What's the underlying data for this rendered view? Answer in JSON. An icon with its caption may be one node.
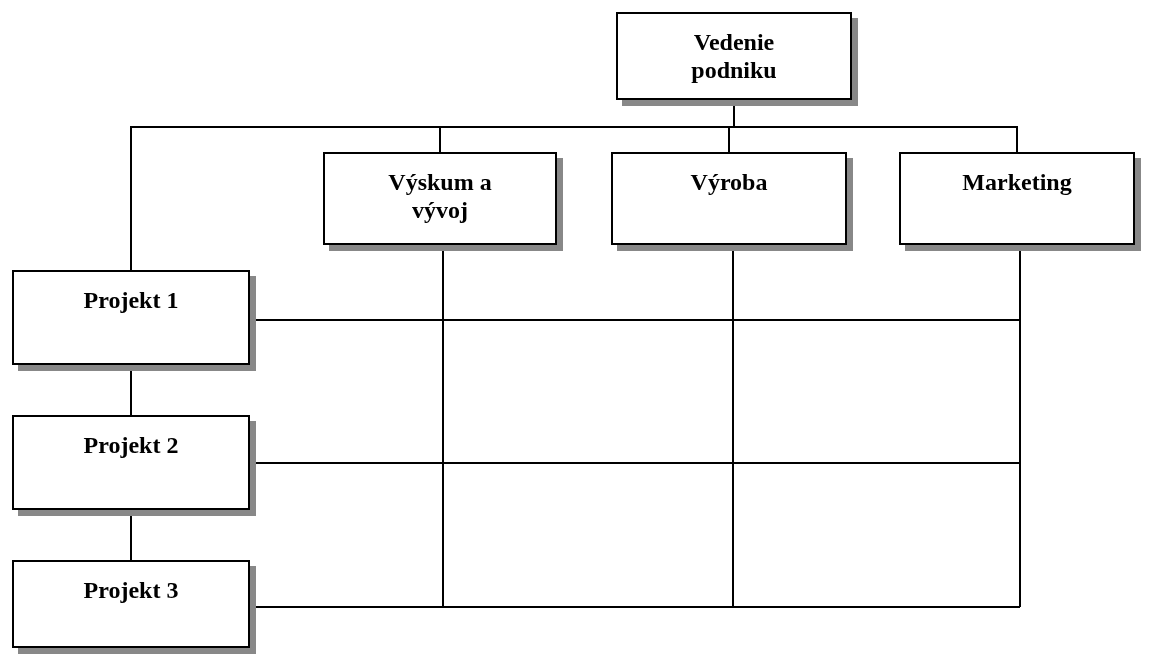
{
  "diagram": {
    "nodes": [
      {
        "text": [
          "Vedenie podniku"
        ]
      },
      {
        "text": [
          "Výskum a vývoj"
        ]
      },
      {
        "text": [
          "Výroba"
        ]
      },
      {
        "text": [
          "Marketing"
        ]
      },
      {
        "text": [
          "Projekt 1"
        ]
      },
      {
        "text": [
          "Projekt 2"
        ]
      },
      {
        "text": [
          "Projekt 3"
        ]
      }
    ],
    "edges": [
      {
        "from": 0,
        "to": 4,
        "arrow": "none"
      },
      {
        "from": 0,
        "to": 1,
        "arrow": "none"
      },
      {
        "from": 0,
        "to": 2,
        "arrow": "none"
      },
      {
        "from": 0,
        "to": 3,
        "arrow": "none"
      },
      {
        "from": 4,
        "to": 5,
        "arrow": "none"
      },
      {
        "from": 5,
        "to": 6,
        "arrow": "none"
      }
    ]
  }
}
